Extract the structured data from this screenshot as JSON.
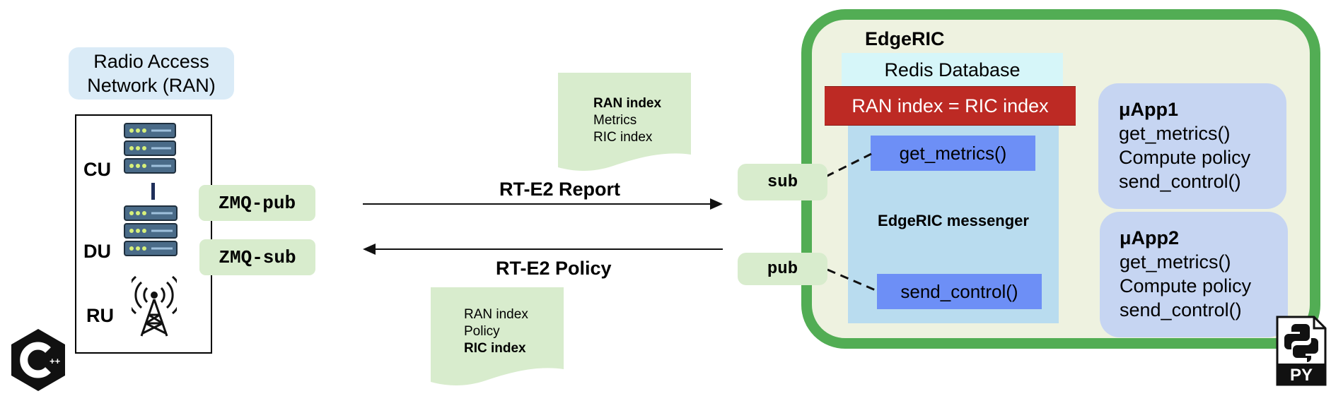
{
  "ran": {
    "title_line1": "Radio Access",
    "title_line2": "Network (RAN)",
    "cu_label": "CU",
    "du_label": "DU",
    "ru_label": "RU"
  },
  "zmq": {
    "pub": "ZMQ-pub",
    "sub": "ZMQ-sub"
  },
  "report_doc": {
    "line1": "RAN index",
    "line2": "Metrics",
    "line3": "RIC index"
  },
  "policy_doc": {
    "line1": "RAN index",
    "line2": "Policy",
    "line3": "RIC index"
  },
  "arrows": {
    "report_label": "RT-E2 Report",
    "policy_label": "RT-E2 Policy"
  },
  "edgeric": {
    "title": "EdgeRIC",
    "redis_label": "Redis Database",
    "index_banner": "RAN index = RIC index",
    "get_metrics": "get_metrics()",
    "send_control": "send_control()",
    "messenger_label": "EdgeRIC messenger",
    "sub_port": "sub",
    "pub_port": "pub",
    "apps": [
      {
        "title": "μApp1",
        "line1": "get_metrics()",
        "line2": "Compute policy",
        "line3": "send_control()"
      },
      {
        "title": "μApp2",
        "line1": "get_metrics()",
        "line2": "Compute policy",
        "line3": "send_control()"
      }
    ]
  },
  "logos": {
    "cpp_text": "++",
    "python_text": "PY"
  },
  "colors": {
    "edgeric_border": "#52ad54",
    "edgeric_fill": "#eef2e0",
    "banner_red": "#bd2a24",
    "function_blue": "#6d8ff6",
    "messenger_blue": "#b9dcef",
    "port_green": "#d8eccd",
    "uapp_blue": "#c6d5f2",
    "server_steel": "#4a6b88"
  },
  "icons": [
    "server-icon",
    "cell-tower-icon",
    "cpp-logo-icon",
    "python-logo-icon"
  ]
}
